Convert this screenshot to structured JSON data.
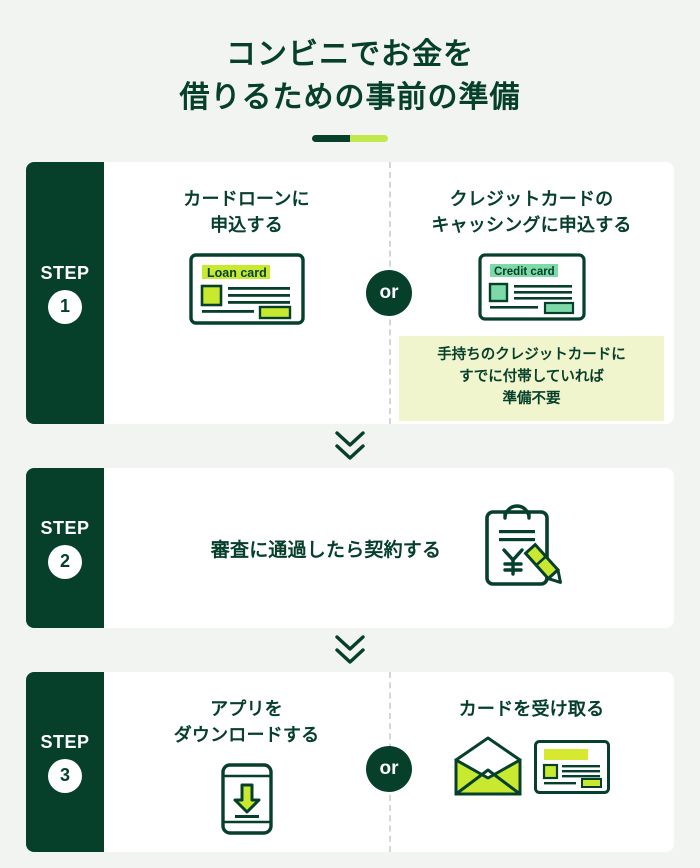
{
  "page": {
    "background": "#f2f4f2",
    "accent_dark": "#06402b",
    "accent_light": "#c3e84f",
    "accent_mint": "#7ed9a8",
    "note_bg": "#f1f5cd"
  },
  "title": {
    "line1": "コンビニでお金を",
    "line2": "借りるための事前の準備"
  },
  "steps": [
    {
      "badge_word": "STEP",
      "badge_number": "1",
      "columns": [
        {
          "heading_line1": "カードローンに",
          "heading_line2": "申込する",
          "art": "loan-card-illustration",
          "card_label": "Loan card"
        },
        {
          "heading_line1": "クレジットカードの",
          "heading_line2": "キャッシングに申込する",
          "art": "credit-card-illustration",
          "card_label": "Credit card",
          "note_line1": "手持ちのクレジットカードに",
          "note_line2": "すでに付帯していれば",
          "note_line3": "準備不要"
        }
      ],
      "or_label": "or"
    },
    {
      "badge_word": "STEP",
      "badge_number": "2",
      "heading": "審査に通過したら契約する",
      "art": "clipboard-yen-pencil-illustration"
    },
    {
      "badge_word": "STEP",
      "badge_number": "3",
      "columns": [
        {
          "heading_line1": "アプリを",
          "heading_line2": "ダウンロードする",
          "art": "smartphone-download-illustration"
        },
        {
          "heading_line1": "カードを受け取る",
          "heading_line2": "",
          "art": "envelope-and-card-illustration"
        }
      ],
      "or_label": "or"
    }
  ],
  "connectors": {
    "icon": "double-chevron-down-icon"
  }
}
